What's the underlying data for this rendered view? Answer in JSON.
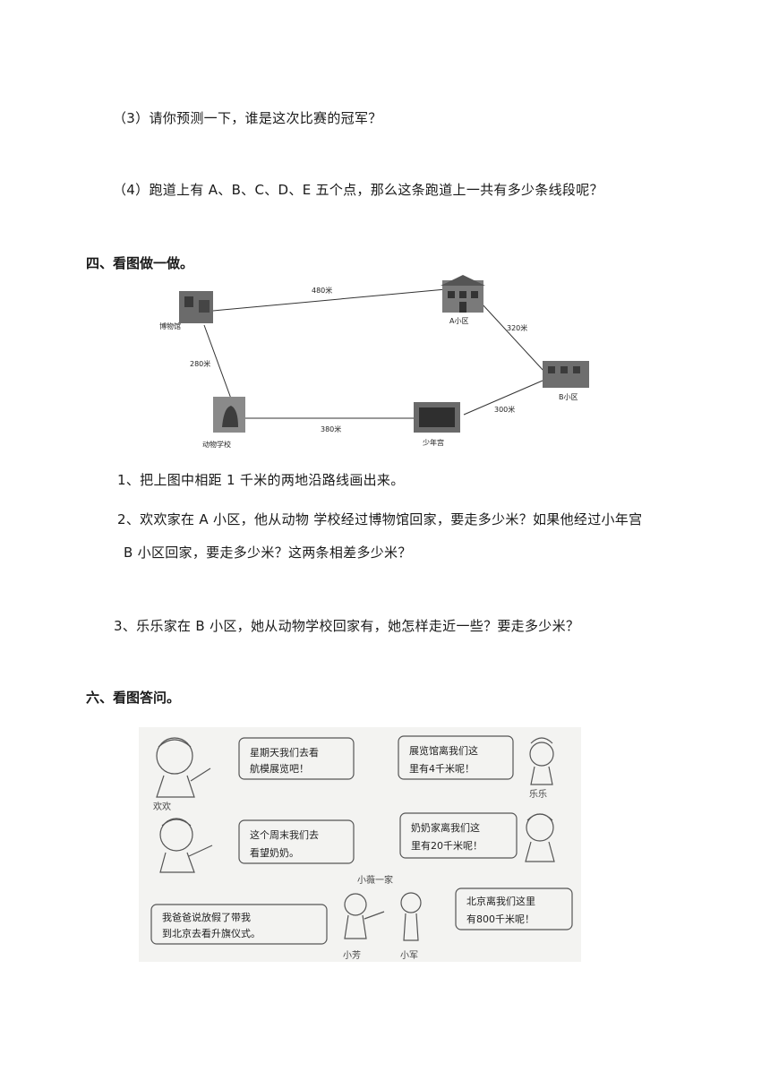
{
  "q3": "（3）请你预测一下，谁是这次比赛的冠军？",
  "q4": "（4）跑道上有 A、B、C、D、E 五个点，那么这条跑道上一共有多少条线段呢？",
  "section4_title": "四、看图做一做。",
  "map": {
    "places": {
      "museum": "博物馆",
      "a_district": "A小区",
      "b_district": "B小区",
      "youth_palace": "少年宫",
      "animal_school": "动物学校"
    },
    "distances": {
      "museum_a": "480米",
      "a_b": "320米",
      "museum_school": "280米",
      "school_palace": "380米",
      "palace_b": "300米"
    }
  },
  "task1": "1、把上图中相距 1 千米的两地沿路线画出来。",
  "task2_line1": "2、欢欢家在 A 小区，他从动物  学校经过博物馆回家，要走多少米？如果他经过小年宫",
  "task2_line2": "B 小区回家，要走多少米？这两条相差多少米？",
  "task3": "3、乐乐家在 B 小区，她从动物学校回家有，她怎样走近一些？要走多少米？",
  "section6_title": "六、看图答问。",
  "cartoon": {
    "bubbles": {
      "b1_l1": "星期天我们去看",
      "b1_l2": "航模展览吧！",
      "b2_l1": "展览馆离我们这",
      "b2_l2": "里有4千米呢！",
      "b3_l1": "这个周末我们去",
      "b3_l2": "看望奶奶。",
      "b4_l1": "奶奶家离我们这",
      "b4_l2": "里有20千米呢！",
      "b5_l1": "我爸爸说放假了带我",
      "b5_l2": "到北京去看升旗仪式。",
      "b6_l1": "北京离我们这里",
      "b6_l2": "有800千米呢！"
    },
    "names": {
      "huanhuan": "欢欢",
      "lele": "乐乐",
      "family": "小薇一家",
      "xiaofang": "小芳",
      "xiaojun": "小军"
    }
  }
}
